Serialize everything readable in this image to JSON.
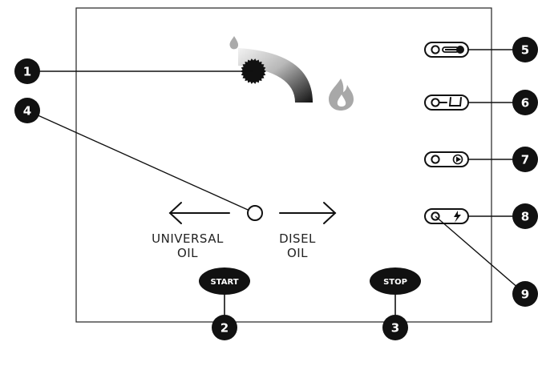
{
  "labels": {
    "universal_line1": "UNIVERSAL",
    "universal_line2": "OIL",
    "disel_line1": "DISEL",
    "disel_line2": "OIL"
  },
  "buttons": {
    "start": "START",
    "stop": "STOP"
  },
  "callouts": [
    "1",
    "2",
    "3",
    "4",
    "5",
    "6",
    "7",
    "8",
    "9"
  ],
  "indicators": [
    {
      "name": "temperature",
      "icon": "thermometer-icon"
    },
    {
      "name": "fuel",
      "icon": "fuel-nozzle-icon"
    },
    {
      "name": "run",
      "icon": "play-icon"
    },
    {
      "name": "power",
      "icon": "lightning-icon"
    }
  ],
  "icons": {
    "small_flame": "small-flame-icon",
    "large_flame": "large-flame-icon",
    "knob": "temperature-knob-icon"
  },
  "colors": {
    "ink": "#111111",
    "gradient_light": "#eeeeee",
    "gradient_dark": "#111111"
  }
}
